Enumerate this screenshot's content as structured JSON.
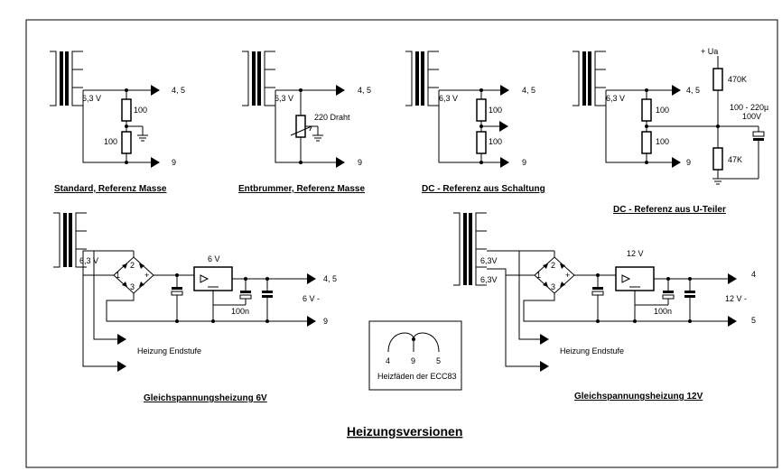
{
  "title": "Heizungsversionen",
  "captions": {
    "c1": "Standard, Referenz Masse",
    "c2": "Entbrummer, Referenz Masse",
    "c3": "DC -  Referenz aus Schaltung",
    "c4": "DC -  Referenz aus U-Teiler",
    "c5": "Gleichspannungsheizung 6V",
    "c6": "Gleichspannungsheizung 12V"
  },
  "labels": {
    "v63": "6,3 V",
    "v63b": "6,3V",
    "pin45": "4, 5",
    "pin9": "9",
    "pin4": "4",
    "pin5": "5",
    "r100": "100",
    "draht": "220 Draht",
    "ua": "+ Ua",
    "r470k": "470K",
    "r47k": "47K",
    "cap1": "100 - 220µ",
    "cap2": "100V",
    "reg6": "6 V",
    "reg12": "12 V",
    "out6": "6 V -",
    "out12": "12 V -",
    "c100n": "100n",
    "endstufe": "Heizung Endstufe",
    "ecc_caption": "Heizfäden der ECC83",
    "ecc_pins": [
      "4",
      "9",
      "5"
    ]
  }
}
